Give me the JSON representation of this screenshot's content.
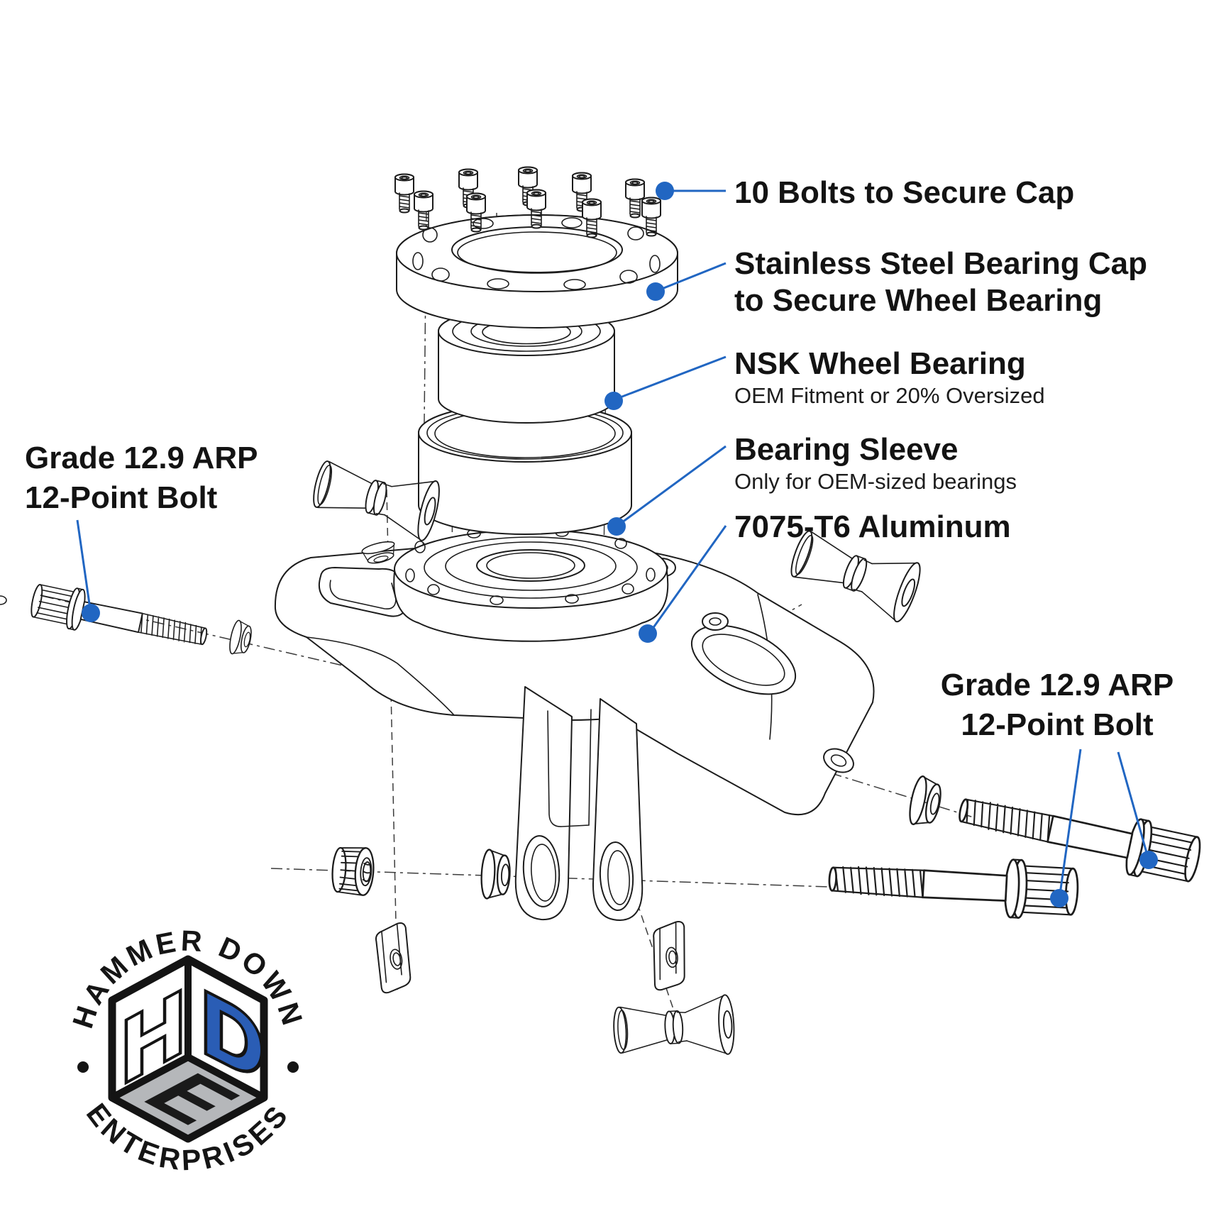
{
  "colors": {
    "accent_blue": "#2166c2",
    "logo_blue": "#2a5db5",
    "logo_gray": "#b5b7ba",
    "ink": "#1c1c1c"
  },
  "labels": {
    "ten_bolts": {
      "text": "10 Bolts to Secure Cap"
    },
    "bearing_cap": {
      "line1": "Stainless Steel Bearing Cap",
      "line2": "to Secure Wheel Bearing"
    },
    "wheel_bearing": {
      "title": "NSK Wheel Bearing",
      "subtitle": "OEM Fitment or 20% Oversized"
    },
    "bearing_sleeve": {
      "title": "Bearing Sleeve",
      "subtitle": "Only for OEM-sized bearings"
    },
    "aluminum": {
      "text": "7075-T6 Aluminum"
    },
    "left_bolt": {
      "line1": "Grade 12.9 ARP",
      "line2": "12-Point Bolt"
    },
    "right_bolt": {
      "line1": "Grade 12.9 ARP",
      "line2": "12-Point Bolt"
    }
  },
  "logo": {
    "arc_top": "HAMMER DOWN",
    "arc_bottom": "ENTERPRISES",
    "cube_letters": {
      "left": "H",
      "right": "D",
      "bottom": "E"
    }
  }
}
